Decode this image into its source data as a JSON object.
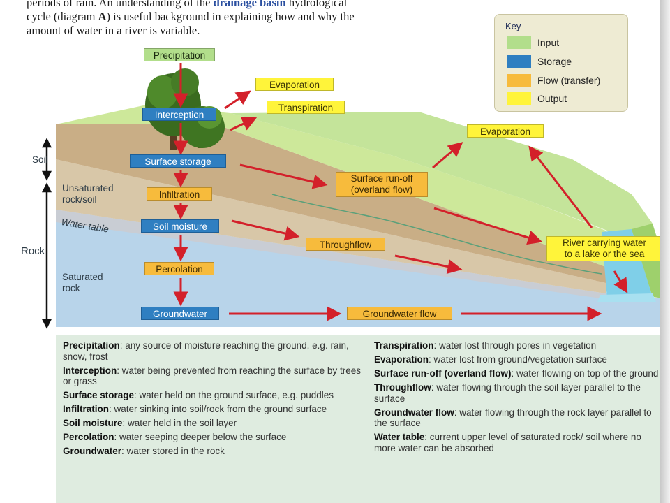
{
  "intro": {
    "line1_a": "periods of rain. An understanding of the ",
    "line1_term": "drainage basin",
    "line1_b": " hydrological",
    "line2_a": "cycle (diagram ",
    "line2_b": "A",
    "line2_c": ") is useful background in explaining how and why the",
    "line3": "amount of water in a river is variable."
  },
  "key": {
    "title": "Key",
    "items": [
      {
        "label": "Input",
        "color": "#b2de8b"
      },
      {
        "label": "Storage",
        "color": "#2f7fc1"
      },
      {
        "label": "Flow (transfer)",
        "color": "#f7bb3c"
      },
      {
        "label": "Output",
        "color": "#fff43a"
      }
    ]
  },
  "side_labels": {
    "soil": "Soil",
    "unsaturated_1": "Unsaturated",
    "unsaturated_2": "rock/soil",
    "water_table": "Water table",
    "rock": "Rock",
    "saturated_1": "Saturated",
    "saturated_2": "rock"
  },
  "boxes": {
    "precipitation": "Precipitation",
    "interception": "Interception",
    "evaporation_tree": "Evaporation",
    "transpiration": "Transpiration",
    "surface_storage": "Surface storage",
    "infiltration": "Infiltration",
    "soil_moisture": "Soil moisture",
    "percolation": "Percolation",
    "groundwater": "Groundwater",
    "surface_runoff_1": "Surface run-off",
    "surface_runoff_2": "(overland flow)",
    "throughflow": "Throughflow",
    "groundwater_flow": "Groundwater flow",
    "evaporation_river": "Evaporation",
    "river_1": "River carrying water",
    "river_2": "to a lake or the sea"
  },
  "definitions_left": [
    {
      "term": "Precipitation",
      "text": ": any source of moisture reaching the ground, e.g. rain, snow, frost"
    },
    {
      "term": "Interception",
      "text": ": water being prevented from reaching the surface by trees or grass"
    },
    {
      "term": "Surface storage",
      "text": ": water held on the ground surface, e.g. puddles"
    },
    {
      "term": "Infiltration",
      "text": ": water sinking into soil/rock from the ground surface"
    },
    {
      "term": "Soil moisture",
      "text": ": water held in the soil layer"
    },
    {
      "term": "Percolation",
      "text": ": water seeping deeper below the surface"
    },
    {
      "term": "Groundwater",
      "text": ": water stored in the rock"
    }
  ],
  "definitions_right": [
    {
      "term": "Transpiration",
      "text": ": water lost through pores in vegetation"
    },
    {
      "term": "Evaporation",
      "text": ": water lost from ground/vegetation surface"
    },
    {
      "term": "Surface run-off (overland flow)",
      "text": ": water flowing on top of the ground"
    },
    {
      "term": "Throughflow",
      "text": ": water flowing through the soil layer parallel to the surface"
    },
    {
      "term": "Groundwater flow",
      "text": ": water flowing through the rock layer parallel to the surface"
    },
    {
      "term": "Water table",
      "text": ": current upper level of saturated rock/ soil where no more water can be absorbed"
    }
  ]
}
